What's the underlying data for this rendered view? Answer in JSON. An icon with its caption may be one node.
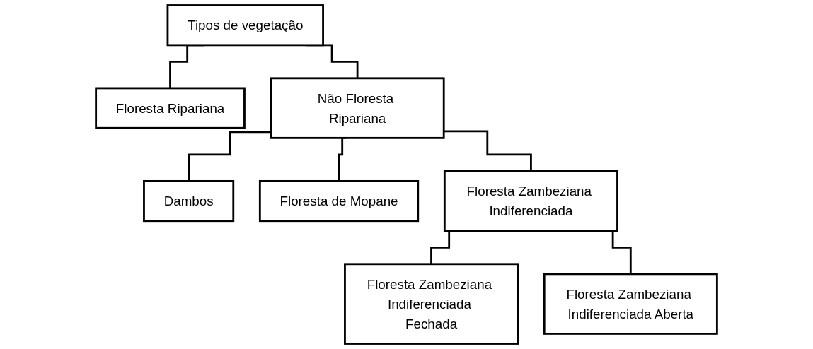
{
  "diagram": {
    "nodes": [
      {
        "text": [
          "Tipos de vegetação"
        ]
      },
      {
        "text": [
          "Floresta Ripariana"
        ]
      },
      {
        "text": [
          "Não Floresta Ripariana"
        ]
      },
      {
        "text": [
          "Dambos"
        ]
      },
      {
        "text": [
          "Floresta de Mopane"
        ]
      },
      {
        "text": [
          "Floresta Zambeziana Indiferenciada"
        ]
      },
      {
        "text": [
          "Floresta Zambeziana Indiferenciada Fechada"
        ]
      },
      {
        "text": [
          "Floresta Zambeziana Indiferenciada Aberta"
        ]
      }
    ],
    "edges": [
      {
        "from": 0,
        "to": 1,
        "arrow": "none"
      },
      {
        "from": 0,
        "to": 2,
        "arrow": "none"
      },
      {
        "from": 2,
        "to": 3,
        "arrow": "none"
      },
      {
        "from": 2,
        "to": 4,
        "arrow": "none"
      },
      {
        "from": 2,
        "to": 5,
        "arrow": "none"
      },
      {
        "from": 5,
        "to": 6,
        "arrow": "none"
      },
      {
        "from": 5,
        "to": 7,
        "arrow": "none"
      }
    ]
  }
}
